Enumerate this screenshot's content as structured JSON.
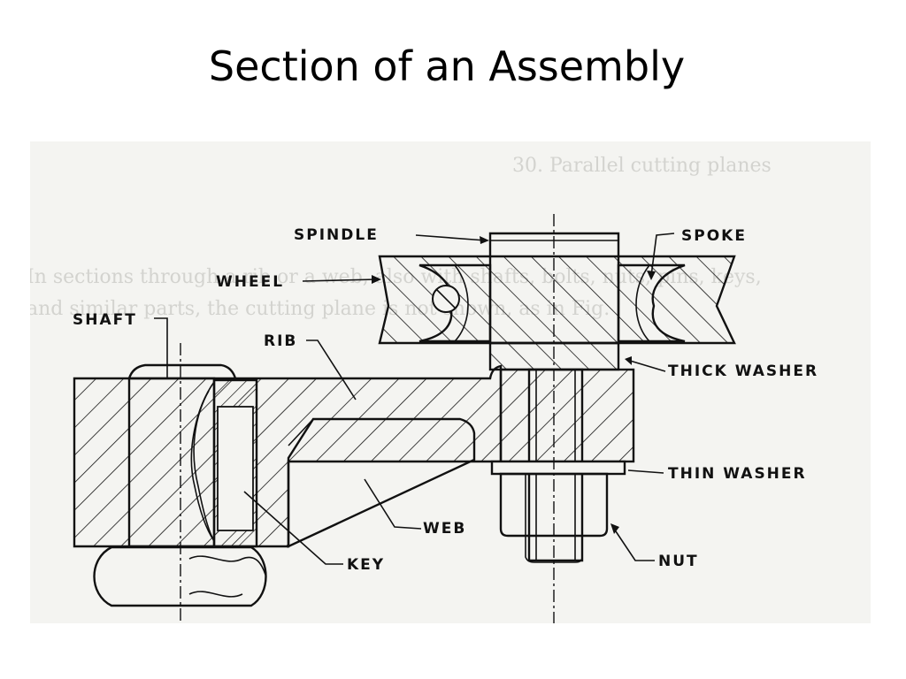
{
  "title": "Section of an Assembly",
  "diagram": {
    "labels": {
      "spindle": "SPINDLE",
      "spoke": "SPOKE",
      "wheel": "WHEEL",
      "shaft": "SHAFT",
      "rib": "RIB",
      "thick_washer": "THICK WASHER",
      "thin_washer": "THIN WASHER",
      "web": "WEB",
      "key": "KEY",
      "nut": "NUT"
    },
    "background_text": {
      "line1": "30.  Parallel cutting planes",
      "line2": "In sections through a rib or a web, also with shafts, bolts, nuts, pins, keys,",
      "line3": "and similar parts, the cutting plane is not shown, as in Fig."
    },
    "colors": {
      "ink": "#111111",
      "paper": "#f4f4f1",
      "bleed_through": "#d3d3cf"
    }
  }
}
